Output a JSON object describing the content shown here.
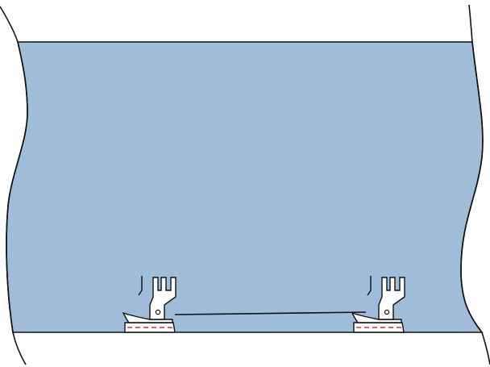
{
  "diagram": {
    "subject": "sewing-illustration",
    "colors": {
      "background": "#ffffff",
      "fabric_fill": "#9fbdd9",
      "outline": "#111111",
      "stitch_line": "#cc3333",
      "presser_foot_fill": "#ffffff"
    },
    "presser_feet": [
      {
        "id": "left",
        "icon": "presser-foot-icon"
      },
      {
        "id": "right",
        "icon": "presser-foot-icon"
      }
    ]
  }
}
